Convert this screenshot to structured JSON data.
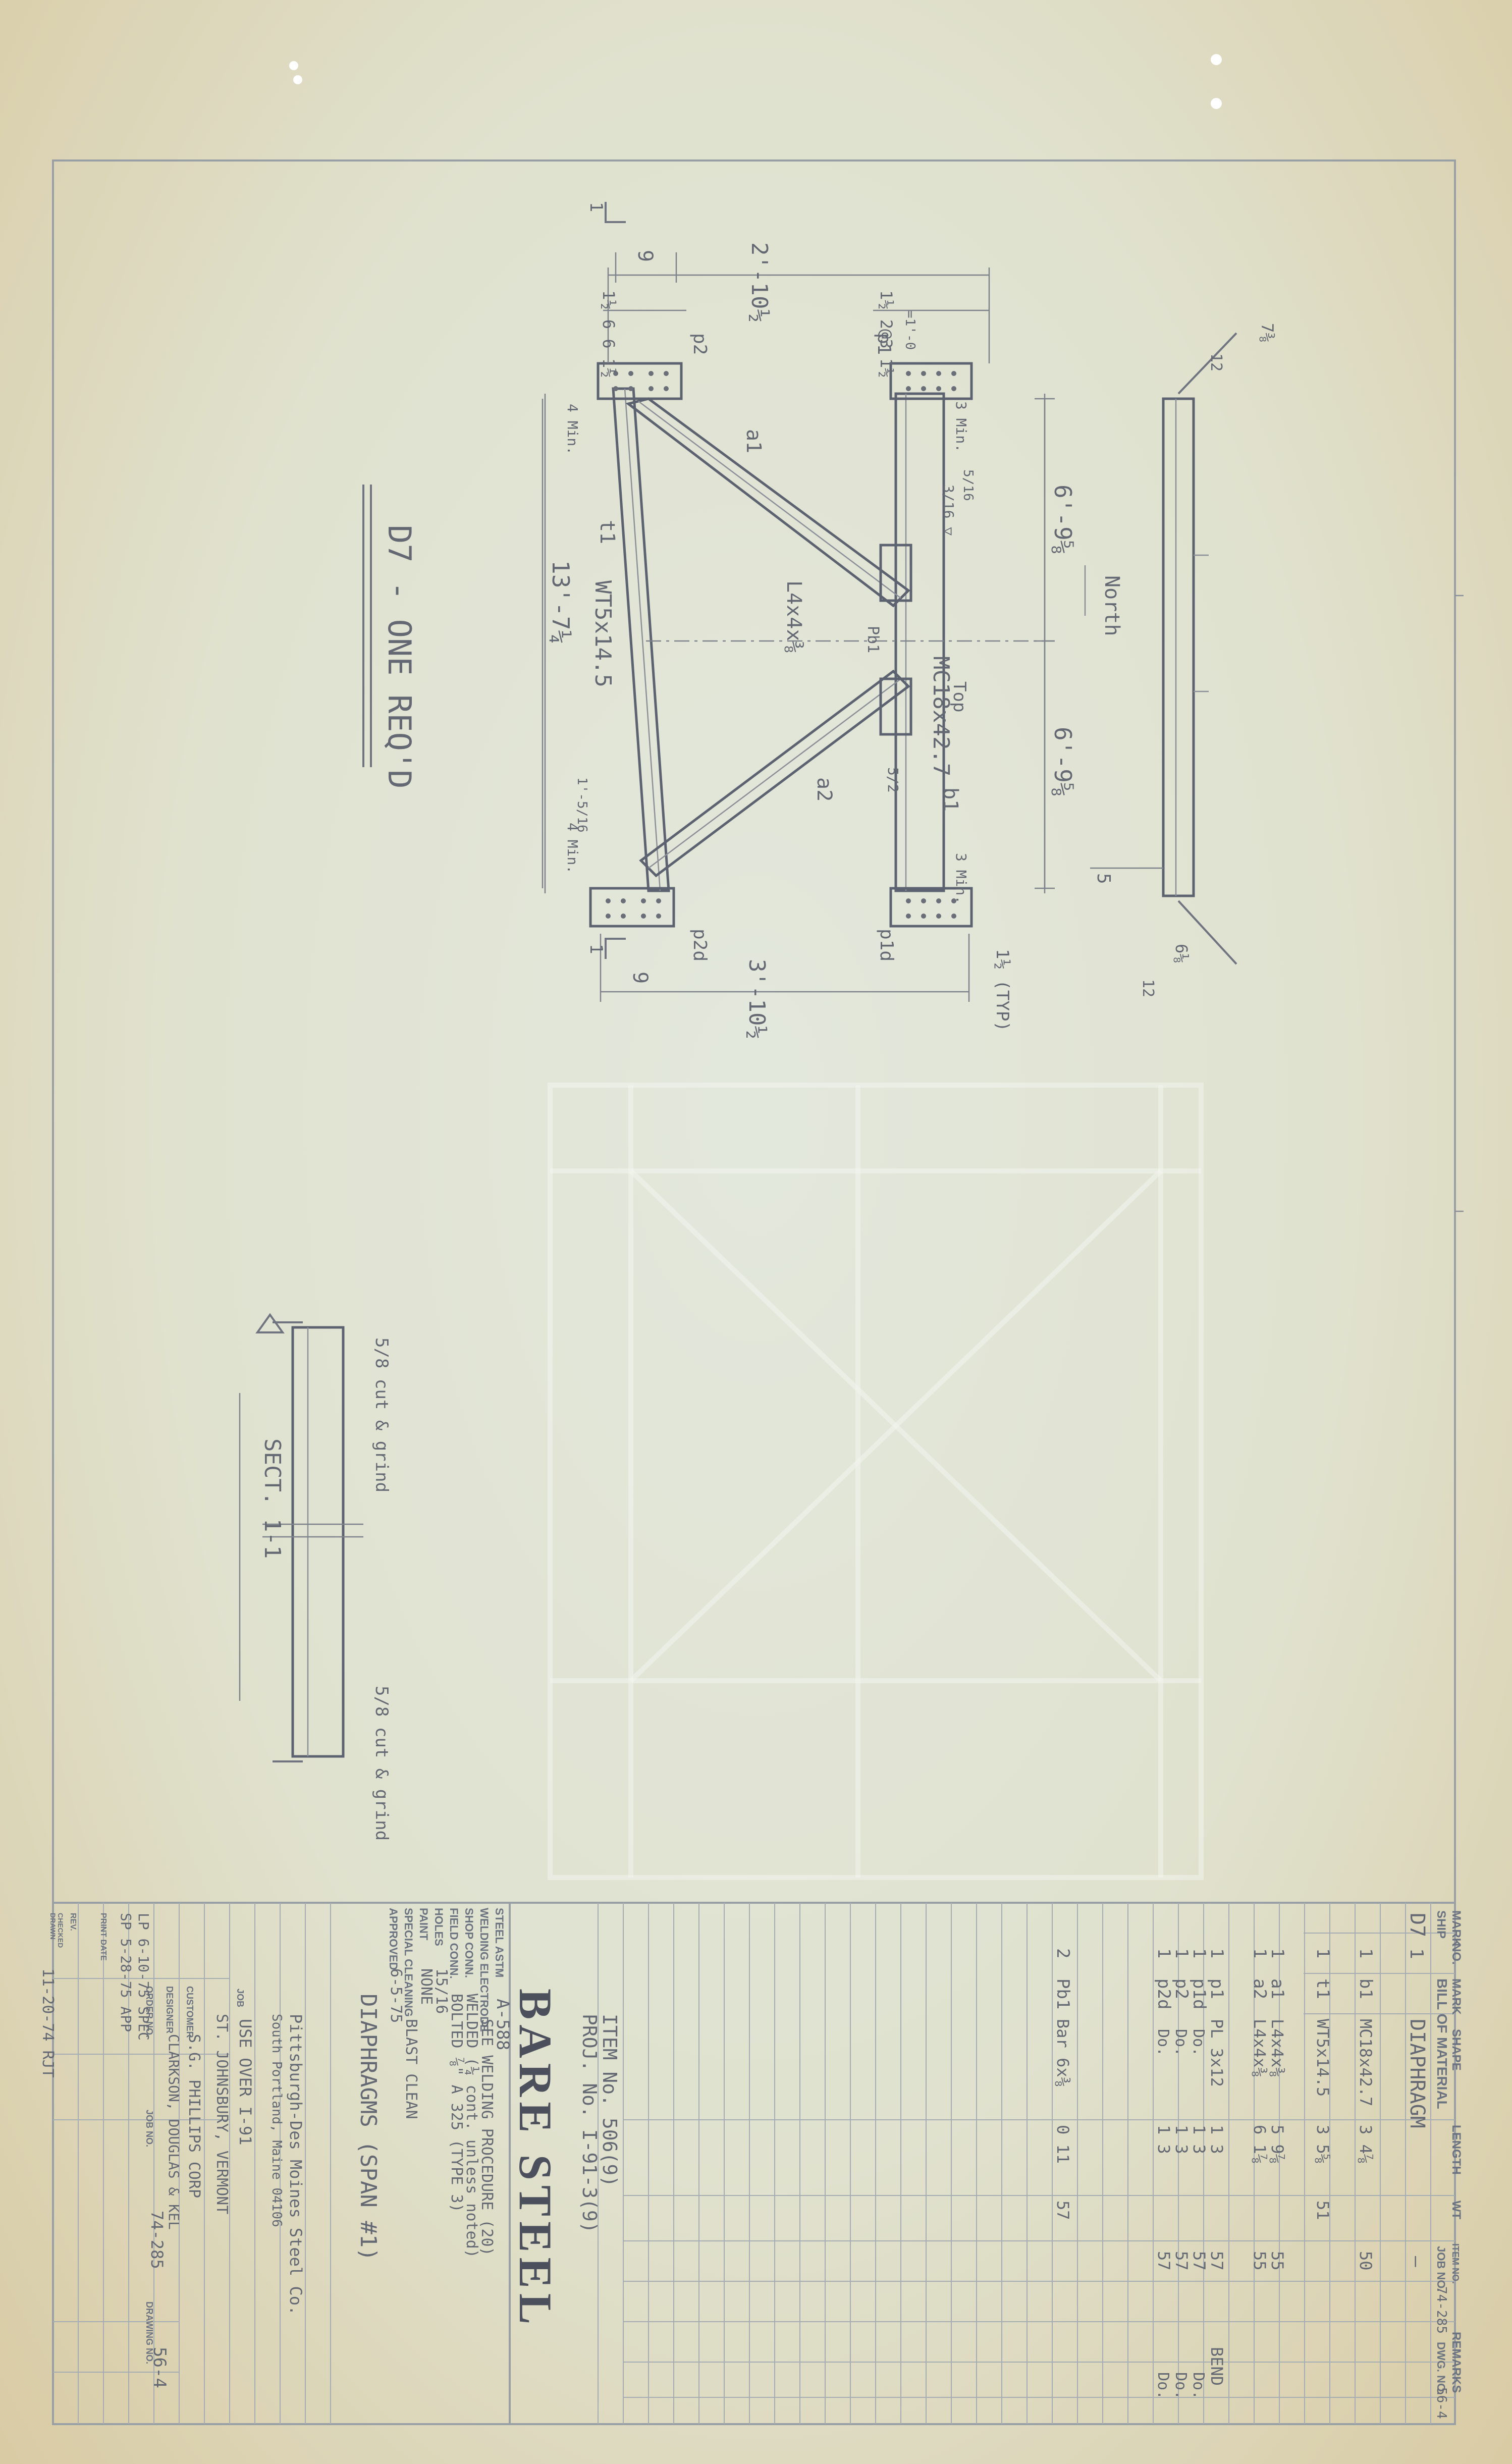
{
  "drawing": {
    "title": "D7 - ONE REQ'D",
    "section_title": "SECT. 1-1",
    "section_note": "5/8 cut & grind",
    "section_mark": "1"
  },
  "dimensions": {
    "top_width": "2'-10½",
    "bottom_width": "3'-10½",
    "left_offset_top": "9",
    "left_offset_bottom": "9",
    "gusset_spacing_left": "1½  6  6  1½",
    "gusset_spacing_right": "1½  2@3  1½",
    "gusset_spacing_right_sub": "=1'-0",
    "left_height": "13'-7¼",
    "right_upper": "6'-9⅝",
    "right_lower": "6'-9⅝",
    "min4_top": "4 Min.",
    "min4_bottom": "4 Min.",
    "min3_top": "3 Min.",
    "min3_bottom": "3 Min.",
    "typ": "1½ (TYP)",
    "right_end": "5",
    "bevel_top": "7⅜",
    "bevel_top_12": "12",
    "bevel_bot": "6⅛",
    "bevel_bot_12": "12",
    "dim_15": "1'-5/16",
    "dim_52": "5/2"
  },
  "members": {
    "top_chord": "WT5x14.5",
    "top_chord_mark": "t1",
    "bottom_chord": "MC18x42.7",
    "bottom_chord_mark": "b1",
    "diag_a": "a1",
    "diag_a2": "a2",
    "angle": "L4x4x⅜",
    "plate_top_left": "p2",
    "plate_top_right": "p1",
    "plate_bot_left": "p2d",
    "plate_bot_right": "p1d",
    "filler": "Pb1",
    "north": "North",
    "top_label": "Top",
    "weld_note": "3/16 ▽",
    "weld_2": "5/16"
  },
  "bill": {
    "header": {
      "ship": "SHIP",
      "mark": "MARK",
      "no": "NO.",
      "title": "BILL OF MATERIAL",
      "mark2": "MARK",
      "shape": "SHAPE",
      "length": "LENGTH",
      "wt": "WT",
      "item": "ITEM NO.",
      "remarks": "REMARKS",
      "job_label": "JOB NO.",
      "job_no": "74-285",
      "dwg_label": "DWG. NO.",
      "dwg_no": "56-4"
    },
    "rows": [
      {
        "ship": "D7",
        "no": "1",
        "mark": "",
        "shape": "DIAPHRAGM",
        "length": "",
        "item": "—",
        "remarks": ""
      },
      {
        "ship": "",
        "no": "1",
        "mark": "b1",
        "shape": "MC18x42.7",
        "length": "3 4⅞",
        "item": "50",
        "remarks": ""
      },
      {
        "ship": "",
        "no": "1",
        "mark": "t1",
        "shape": "WT5x14.5",
        "length": "3 5⅝",
        "item": "51",
        "remarks": ""
      },
      {
        "ship": "",
        "no": "1",
        "mark": "a1",
        "shape": "L4x4x⅜",
        "length": "5 9⅞",
        "item": "55",
        "remarks": ""
      },
      {
        "ship": "",
        "no": "1",
        "mark": "a2",
        "shape": "L4x4x⅜",
        "length": "6 1⅞",
        "item": "55",
        "remarks": ""
      },
      {
        "ship": "",
        "no": "1",
        "mark": "p1",
        "shape": "PL 3x12",
        "length": "1 3",
        "item": "57",
        "remarks": "BEND"
      },
      {
        "ship": "",
        "no": "1",
        "mark": "p1d",
        "shape": "Do.",
        "length": "1 3",
        "item": "57",
        "remarks": "Do."
      },
      {
        "ship": "",
        "no": "1",
        "mark": "p2",
        "shape": "Do.",
        "length": "1 3",
        "item": "57",
        "remarks": "Do."
      },
      {
        "ship": "",
        "no": "1",
        "mark": "p2d",
        "shape": "Do.",
        "length": "1 3",
        "item": "57",
        "remarks": "Do."
      },
      {
        "ship": "",
        "no": "2",
        "mark": "Pb1",
        "shape": "Bar 6x⅜",
        "length": "0 11",
        "item": "57",
        "remarks": ""
      }
    ],
    "item_no": "ITEM No. 506(9)",
    "proj_no": "PROJ. No. I-91-3(9)",
    "stamp": "BARE STEEL"
  },
  "notes": {
    "steel_label": "STEEL ASTM",
    "steel": "A-588",
    "welding_label": "WELDING ELECTRODE",
    "welding": "SEE WELDING PROCEDURE (20)",
    "shop_label": "SHOP CONN.",
    "shop": "WELDED (¼ cont. unless noted)",
    "field_label": "FIELD CONN.",
    "field": "BOLTED ⅞\" A 325 (TYPE 3)",
    "holes_label": "HOLES",
    "holes": "15/16",
    "paint_label": "PAINT",
    "paint": "NONE",
    "cleaning_label": "SPECIAL CLEANING",
    "cleaning": "BLAST CLEAN",
    "approved_label": "APPROVED",
    "approved": "6-5-75"
  },
  "titleblock": {
    "sheet_title": "DIAPHRAGMS (SPAN #1)",
    "company": "Pittsburgh-Des Moines Steel Co.",
    "company_2": "South Portland, Maine 04106",
    "job_label": "JOB",
    "job": "USE OVER I-91",
    "location": "ST. JOHNSBURY, VERMONT",
    "customer_label": "CUSTOMER",
    "customer": "S.G. PHILLIPS CORP",
    "designer_label": "DESIGNER",
    "designer": "CLARKSON, DOUGLAS & KEL",
    "order_label": "ORDER NO.",
    "job_no_label": "JOB NO.",
    "job_no": "74-285",
    "drawing_label": "DRAWING NO.",
    "drawing_no": "56-4",
    "print_label": "PRINT DATE",
    "print_1": "SP 5-28-75 APP",
    "print_2": "LP 6-10-75 SPEC",
    "rev_label": "REV.",
    "checked_label": "CHECKED",
    "drawn_label": "DRAWN",
    "drawn": "11-20-74 RJT"
  }
}
